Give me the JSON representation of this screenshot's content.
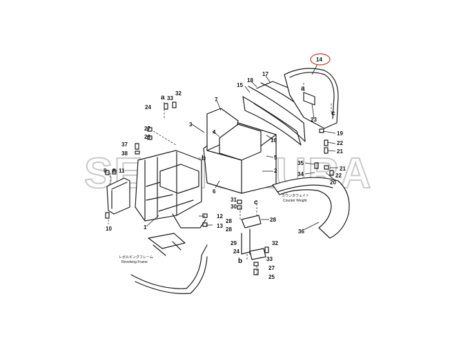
{
  "watermark": "SENNOKURA",
  "highlight_color": "#c0392b",
  "highlighted_part": "14",
  "labels": {
    "spreading_frame_jp": "レボルビングフレーム",
    "spreading_frame_en": "Revolving Frame",
    "counter_weight_jp": "カウンタウェイト",
    "counter_weight_en": "Counter Weight"
  },
  "callouts": [
    "14",
    "1",
    "2",
    "3",
    "4",
    "5",
    "6",
    "7",
    "8",
    "10",
    "11",
    "12",
    "13",
    "15",
    "16",
    "17",
    "18",
    "19",
    "20",
    "21",
    "21",
    "22",
    "22",
    "23",
    "24",
    "24",
    "25",
    "26",
    "27",
    "27",
    "28",
    "28",
    "28",
    "29",
    "30",
    "31",
    "32",
    "32",
    "33",
    "33",
    "34",
    "35",
    "36",
    "37",
    "38",
    "9"
  ],
  "letters": [
    "a",
    "a",
    "b",
    "b",
    "c",
    "c"
  ]
}
